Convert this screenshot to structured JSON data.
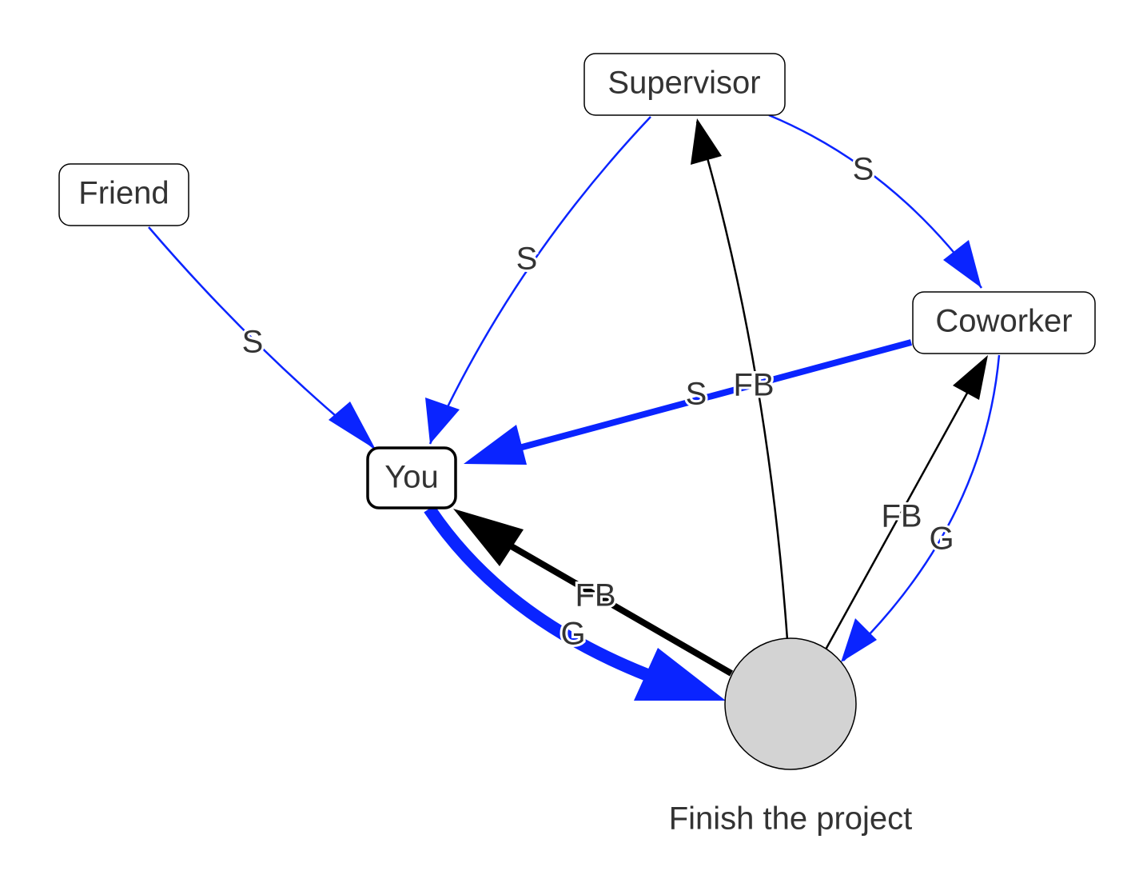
{
  "colors": {
    "support": "#0a24ff",
    "feedback": "#000000",
    "goal_fill": "#d3d3d3"
  },
  "nodes": {
    "friend": "Friend",
    "supervisor": "Supervisor",
    "coworker": "Coworker",
    "you": "You"
  },
  "goal": {
    "label": "Finish the project"
  },
  "edges": {
    "friend_to_you": "S",
    "supervisor_to_you": "S",
    "supervisor_to_coworker": "S",
    "coworker_to_you": "S",
    "goal_to_supervisor": "FB",
    "goal_to_coworker": "FB",
    "coworker_to_goal": "G",
    "goal_to_you": "FB",
    "you_to_goal": "G"
  }
}
